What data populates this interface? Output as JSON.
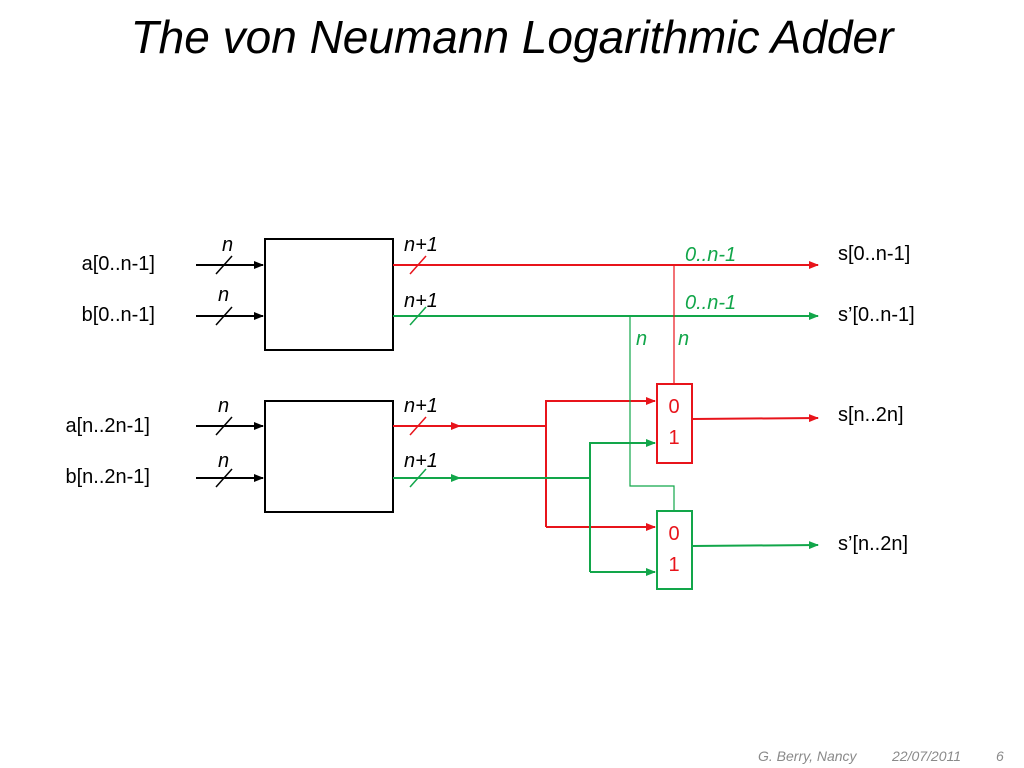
{
  "title": "The von Neumann Logarithmic Adder",
  "inputs": {
    "a_low": "a[0..n-1]",
    "b_low": "b[0..n-1]",
    "a_high": "a[n..2n-1]",
    "b_high": "b[n..2n-1]"
  },
  "outputs": {
    "s_low": "s[0..n-1]",
    "sp_low": "s’[0..n-1]",
    "s_high": "s[n..2n]",
    "sp_high": "s’[n..2n]"
  },
  "bus_labels": {
    "n": "n",
    "n_plus_1": "n+1",
    "range_low": "0..n-1"
  },
  "mux": {
    "in0": "0",
    "in1": "1"
  },
  "footer": {
    "author": "G. Berry, Nancy",
    "date": "22/07/2011",
    "page": "6"
  },
  "colors": {
    "red": "#e8141b",
    "green": "#12a64a",
    "black": "#000000"
  }
}
